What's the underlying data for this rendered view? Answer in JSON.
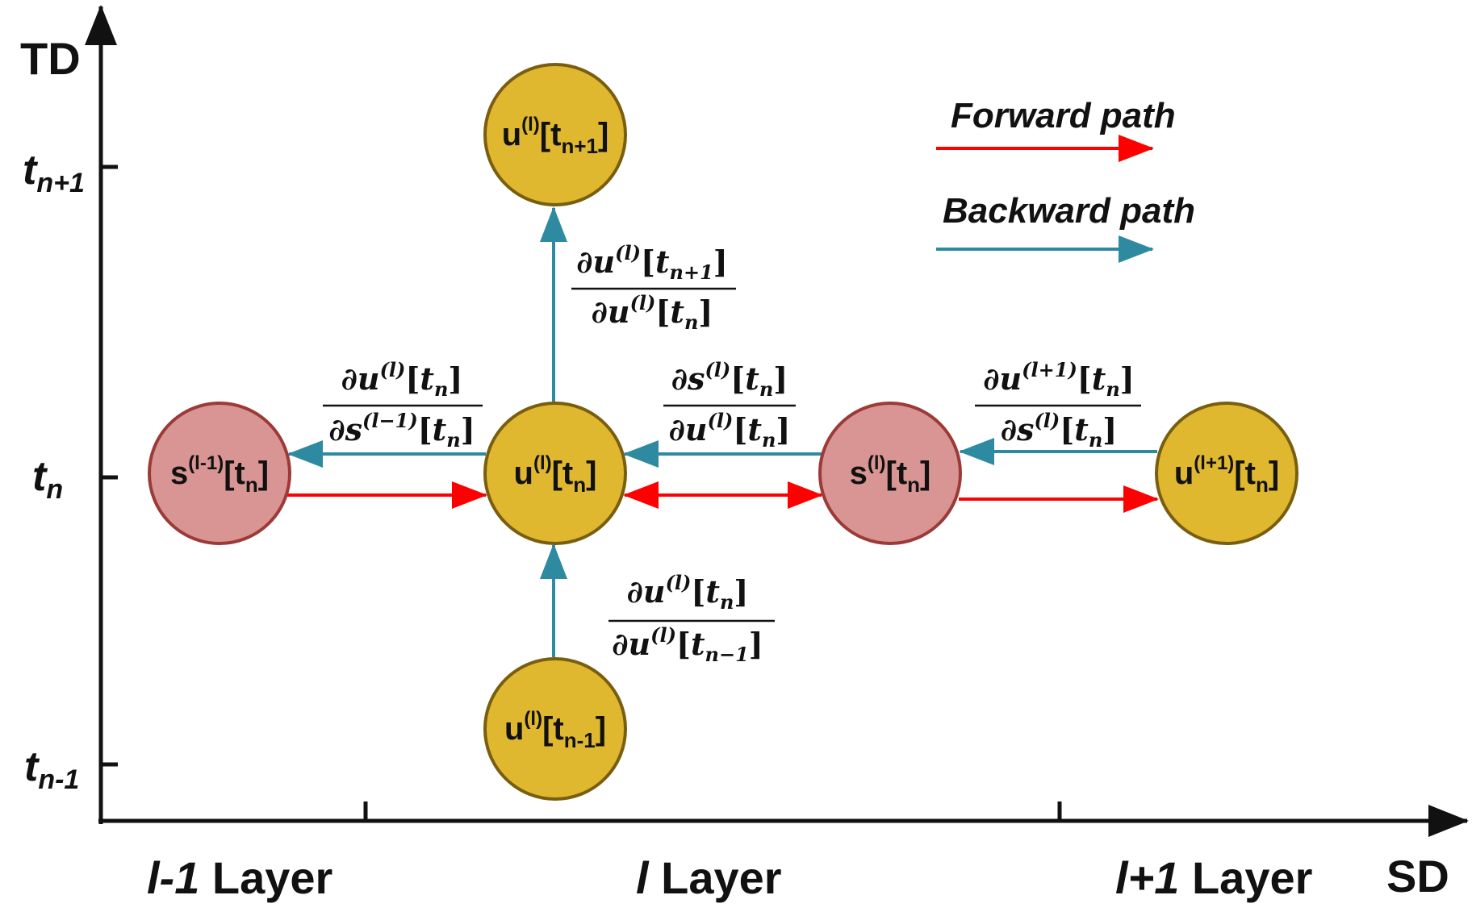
{
  "axes": {
    "y_title": "TD",
    "x_title": "SD",
    "time_ticks": [
      {
        "base": "t",
        "sub": "n+1"
      },
      {
        "base": "t",
        "sub": "n"
      },
      {
        "base": "t",
        "sub": "n-1"
      }
    ],
    "layers": [
      {
        "italic": "l-1",
        "text": " Layer"
      },
      {
        "italic": "l",
        "text": " Layer"
      },
      {
        "italic": "l+1",
        "text": " Layer"
      }
    ]
  },
  "nodes": {
    "s_prev": {
      "var": "s",
      "sup": "(l-1)",
      "sub": "n"
    },
    "u_center": {
      "var": "u",
      "sup": "(l)",
      "sub": "n"
    },
    "u_top": {
      "var": "u",
      "sup": "(l)",
      "sub": "n+1"
    },
    "u_bottom": {
      "var": "u",
      "sup": "(l)",
      "sub": "n-1"
    },
    "s_l": {
      "var": "s",
      "sup": "(l)",
      "sub": "n"
    },
    "u_next": {
      "var": "u",
      "sup": "(l+1)",
      "sub": "n"
    }
  },
  "legend": {
    "forward": "Forward path",
    "backward": "Backward path"
  },
  "colors": {
    "forward": "#ff0000",
    "backward": "#2e8aa0",
    "u_fill": "#e0b830",
    "u_stroke": "#7a5e10",
    "s_fill": "#d99593",
    "s_stroke": "#9c3a38"
  },
  "gradients": {
    "g_top": {
      "num": {
        "var": "u",
        "sup": "(l)",
        "sub": "n+1"
      },
      "den": {
        "var": "u",
        "sup": "(l)",
        "sub": "n"
      }
    },
    "g_left": {
      "num": {
        "var": "u",
        "sup": "(l)",
        "sub": "n"
      },
      "den": {
        "var": "s",
        "sup": "(l−1)",
        "sub": "n"
      }
    },
    "g_mid": {
      "num": {
        "var": "s",
        "sup": "(l)",
        "sub": "n"
      },
      "den": {
        "var": "u",
        "sup": "(l)",
        "sub": "n"
      }
    },
    "g_right": {
      "num": {
        "var": "u",
        "sup": "(l+1)",
        "sub": "n"
      },
      "den": {
        "var": "s",
        "sup": "(l)",
        "sub": "n"
      }
    },
    "g_bottom": {
      "num": {
        "var": "u",
        "sup": "(l)",
        "sub": "n"
      },
      "den": {
        "var": "u",
        "sup": "(l)",
        "sub": "n−1"
      }
    }
  }
}
